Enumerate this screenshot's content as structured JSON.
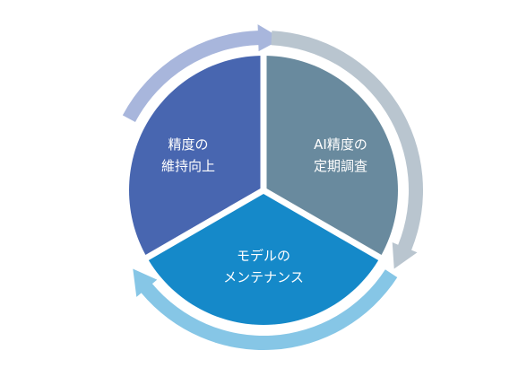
{
  "segments": [
    {
      "id": "ai-survey",
      "lines": [
        "AI精度の",
        "定期調査"
      ],
      "color": "#698a9e"
    },
    {
      "id": "maintenance",
      "lines": [
        "モデルの",
        "メンテナンス"
      ],
      "color": "#1589c9"
    },
    {
      "id": "improve",
      "lines": [
        "精度の",
        "維持向上"
      ],
      "color": "#4866b0"
    }
  ],
  "arrows": [
    {
      "id": "arrow-to-survey",
      "color": "#a8b6dc"
    },
    {
      "id": "arrow-to-maintenance",
      "color": "#b9c5cf"
    },
    {
      "id": "arrow-to-improve",
      "color": "#86c6e6"
    }
  ]
}
